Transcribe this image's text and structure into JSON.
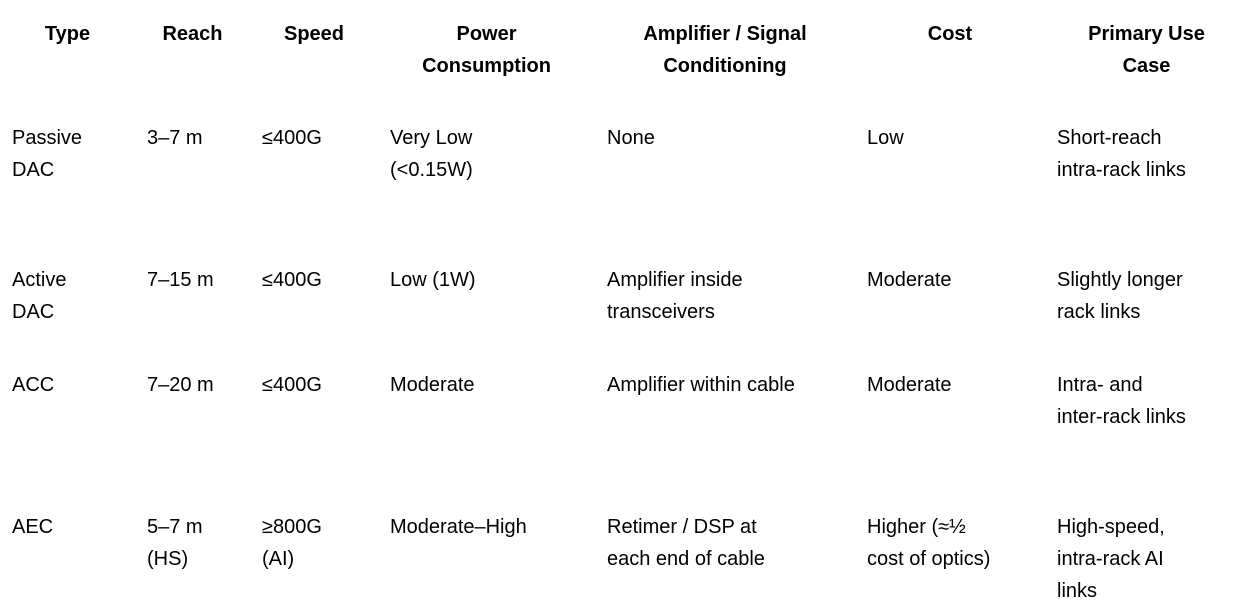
{
  "colors": {
    "text": "#000000",
    "background": "#ffffff"
  },
  "table": {
    "columns": [
      "Type",
      "Reach",
      "Speed",
      "Power\nConsumption",
      "Amplifier / Signal\nConditioning",
      "Cost",
      "Primary Use\nCase"
    ],
    "rows": [
      [
        "Passive\nDAC",
        "3–7 m",
        "≤400G",
        "Very Low\n(<0.15W)",
        "None",
        "Low",
        "Short-reach\nintra-rack links"
      ],
      [
        "Active\nDAC",
        "7–15 m",
        "≤400G",
        "Low (1W)",
        "Amplifier inside\ntransceivers",
        "Moderate",
        "Slightly longer\nrack links"
      ],
      [
        "ACC",
        "7–20 m",
        "≤400G",
        "Moderate",
        "Amplifier within cable",
        "Moderate",
        "Intra- and\ninter-rack links"
      ],
      [
        "AEC",
        "5–7 m\n(HS)",
        "≥800G\n(AI)",
        "Moderate–High",
        "Retimer / DSP at\neach end of cable",
        "Higher (≈½\ncost of optics)",
        "High-speed,\nintra-rack AI\nlinks"
      ]
    ]
  }
}
